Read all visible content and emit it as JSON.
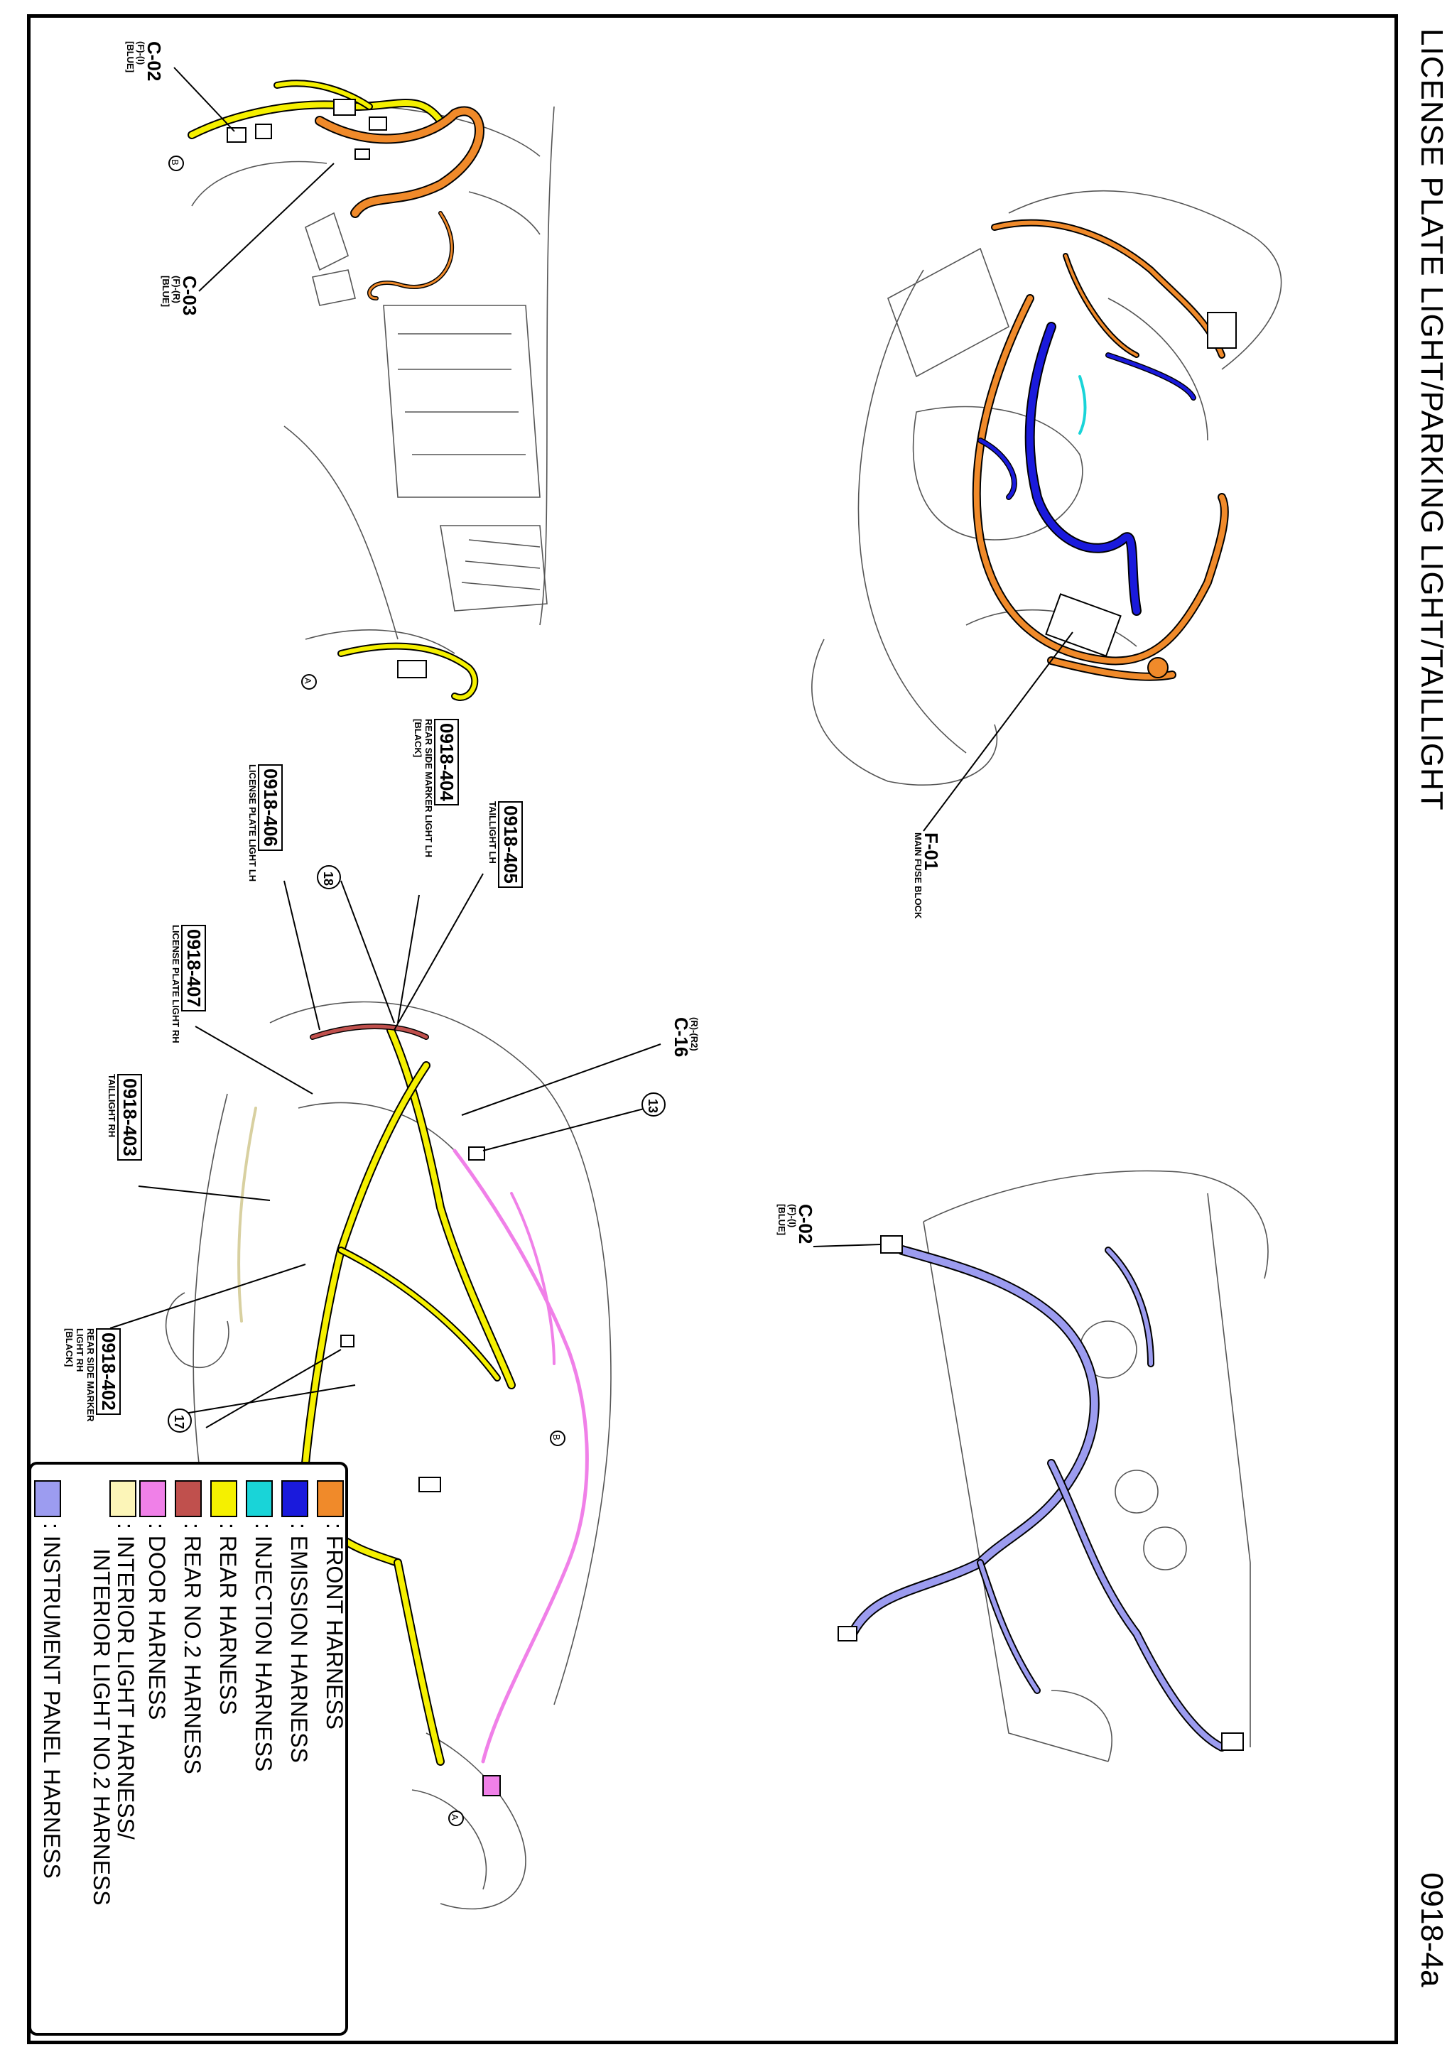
{
  "title": "LICENSE PLATE LIGHT/PARKING LIGHT/TAILLIGHT",
  "page_id": "0918-4a",
  "callouts": {
    "c02_top": {
      "code": "C-02",
      "sub1": "(F)-(I)",
      "sub2": "[BLUE]"
    },
    "c03": {
      "code": "C-03",
      "sub1": "(F)-(R)",
      "sub2": "[BLUE]"
    },
    "f01": {
      "code": "F-01",
      "desc": "MAIN FUSE BLOCK"
    },
    "c02_right": {
      "code": "C-02",
      "sub1": "(F)-(I)",
      "sub2": "[BLUE]"
    },
    "c16": {
      "code": "C-16",
      "sub1": "(R)-(R2)"
    },
    "n13": "13",
    "n17": "17",
    "n18": "18",
    "a_marker": "A",
    "b_marker": "B",
    "r0918_404": {
      "code": "0918-404",
      "desc": "REAR SIDE MARKER LIGHT LH",
      "color": "[BLACK]"
    },
    "r0918_405": {
      "code": "0918-405",
      "desc": "TAILLIGHT LH"
    },
    "r0918_406": {
      "code": "0918-406",
      "desc": "LICENSE PLATE LIGHT LH"
    },
    "r0918_407": {
      "code": "0918-407",
      "desc": "LICENSE PLATE LIGHT RH"
    },
    "r0918_403": {
      "code": "0918-403",
      "desc": "TAILLIGHT RH"
    },
    "r0918_402": {
      "code": "0918-402",
      "desc1": "REAR SIDE MARKER",
      "desc2": "LIGHT RH",
      "color": "[BLACK]"
    }
  },
  "legend": [
    {
      "label": ": FRONT HARNESS",
      "color": "#f08a2a"
    },
    {
      "label": ": EMISSION HARNESS",
      "color": "#1a1adc"
    },
    {
      "label": ": INJECTION HARNESS",
      "color": "#19d4d8"
    },
    {
      "label": ": REAR HARNESS",
      "color": "#f5f000"
    },
    {
      "label": ": REAR NO.2 HARNESS",
      "color": "#c0504d"
    },
    {
      "label": ": DOOR HARNESS",
      "color": "#f080e8"
    },
    {
      "label": ": INTERIOR LIGHT HARNESS/",
      "label2": "INTERIOR LIGHT NO.2 HARNESS",
      "color": "#fcf5b8"
    },
    {
      "label": ": INSTRUMENT PANEL HARNESS",
      "color": "#9c9cf0"
    }
  ]
}
